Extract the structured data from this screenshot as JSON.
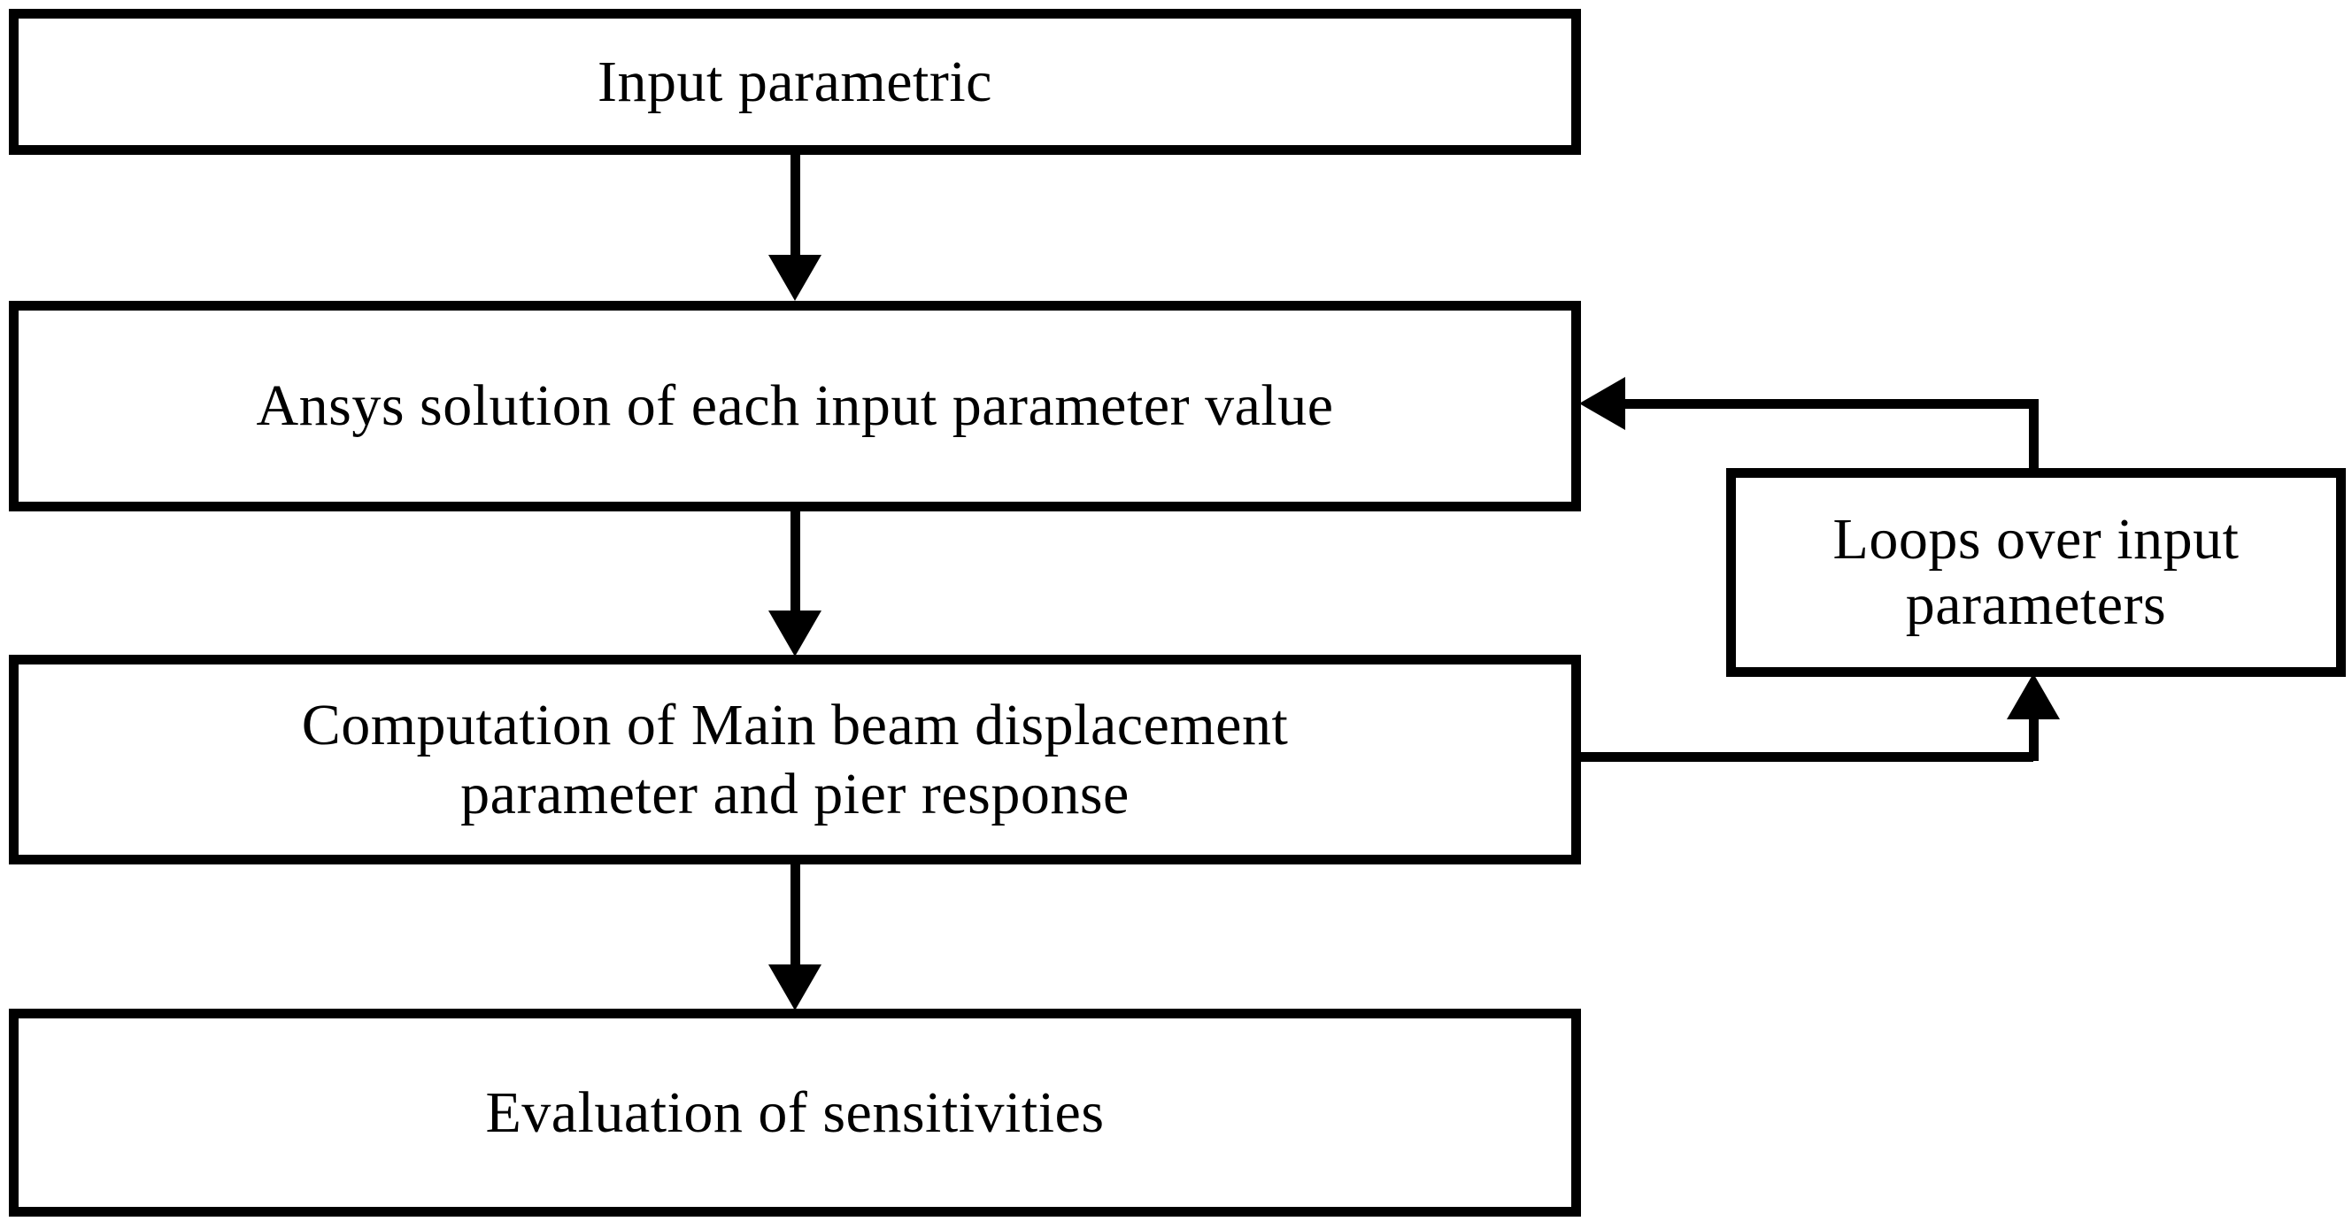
{
  "diagram": {
    "title": "Parametric sensitivity analysis flowchart",
    "background_color": "#ffffff",
    "line_color": "#000000",
    "nodes": {
      "input": {
        "label": "Input parametric"
      },
      "ansys": {
        "label": "Ansys solution of  each input parameter value"
      },
      "compute": {
        "label": "Computation of Main beam displacement\nparameter and pier response"
      },
      "evaluation": {
        "label": "Evaluation of sensitivities"
      },
      "loops": {
        "label": "Loops over input\nparameters"
      }
    },
    "connectors": [
      {
        "id": "input-to-ansys",
        "from": "input",
        "to": "ansys",
        "direction": "down",
        "arrowhead": "down"
      },
      {
        "id": "ansys-to-compute",
        "from": "ansys",
        "to": "compute",
        "direction": "down",
        "arrowhead": "down"
      },
      {
        "id": "compute-to-evaluation",
        "from": "compute",
        "to": "evaluation",
        "direction": "down",
        "arrowhead": "down"
      },
      {
        "id": "compute-to-loops",
        "from": "compute",
        "to": "loops",
        "direction": "right-up",
        "arrowhead": "up"
      },
      {
        "id": "loops-to-ansys",
        "from": "loops",
        "to": "ansys",
        "direction": "up-left",
        "arrowhead": "left"
      }
    ]
  }
}
